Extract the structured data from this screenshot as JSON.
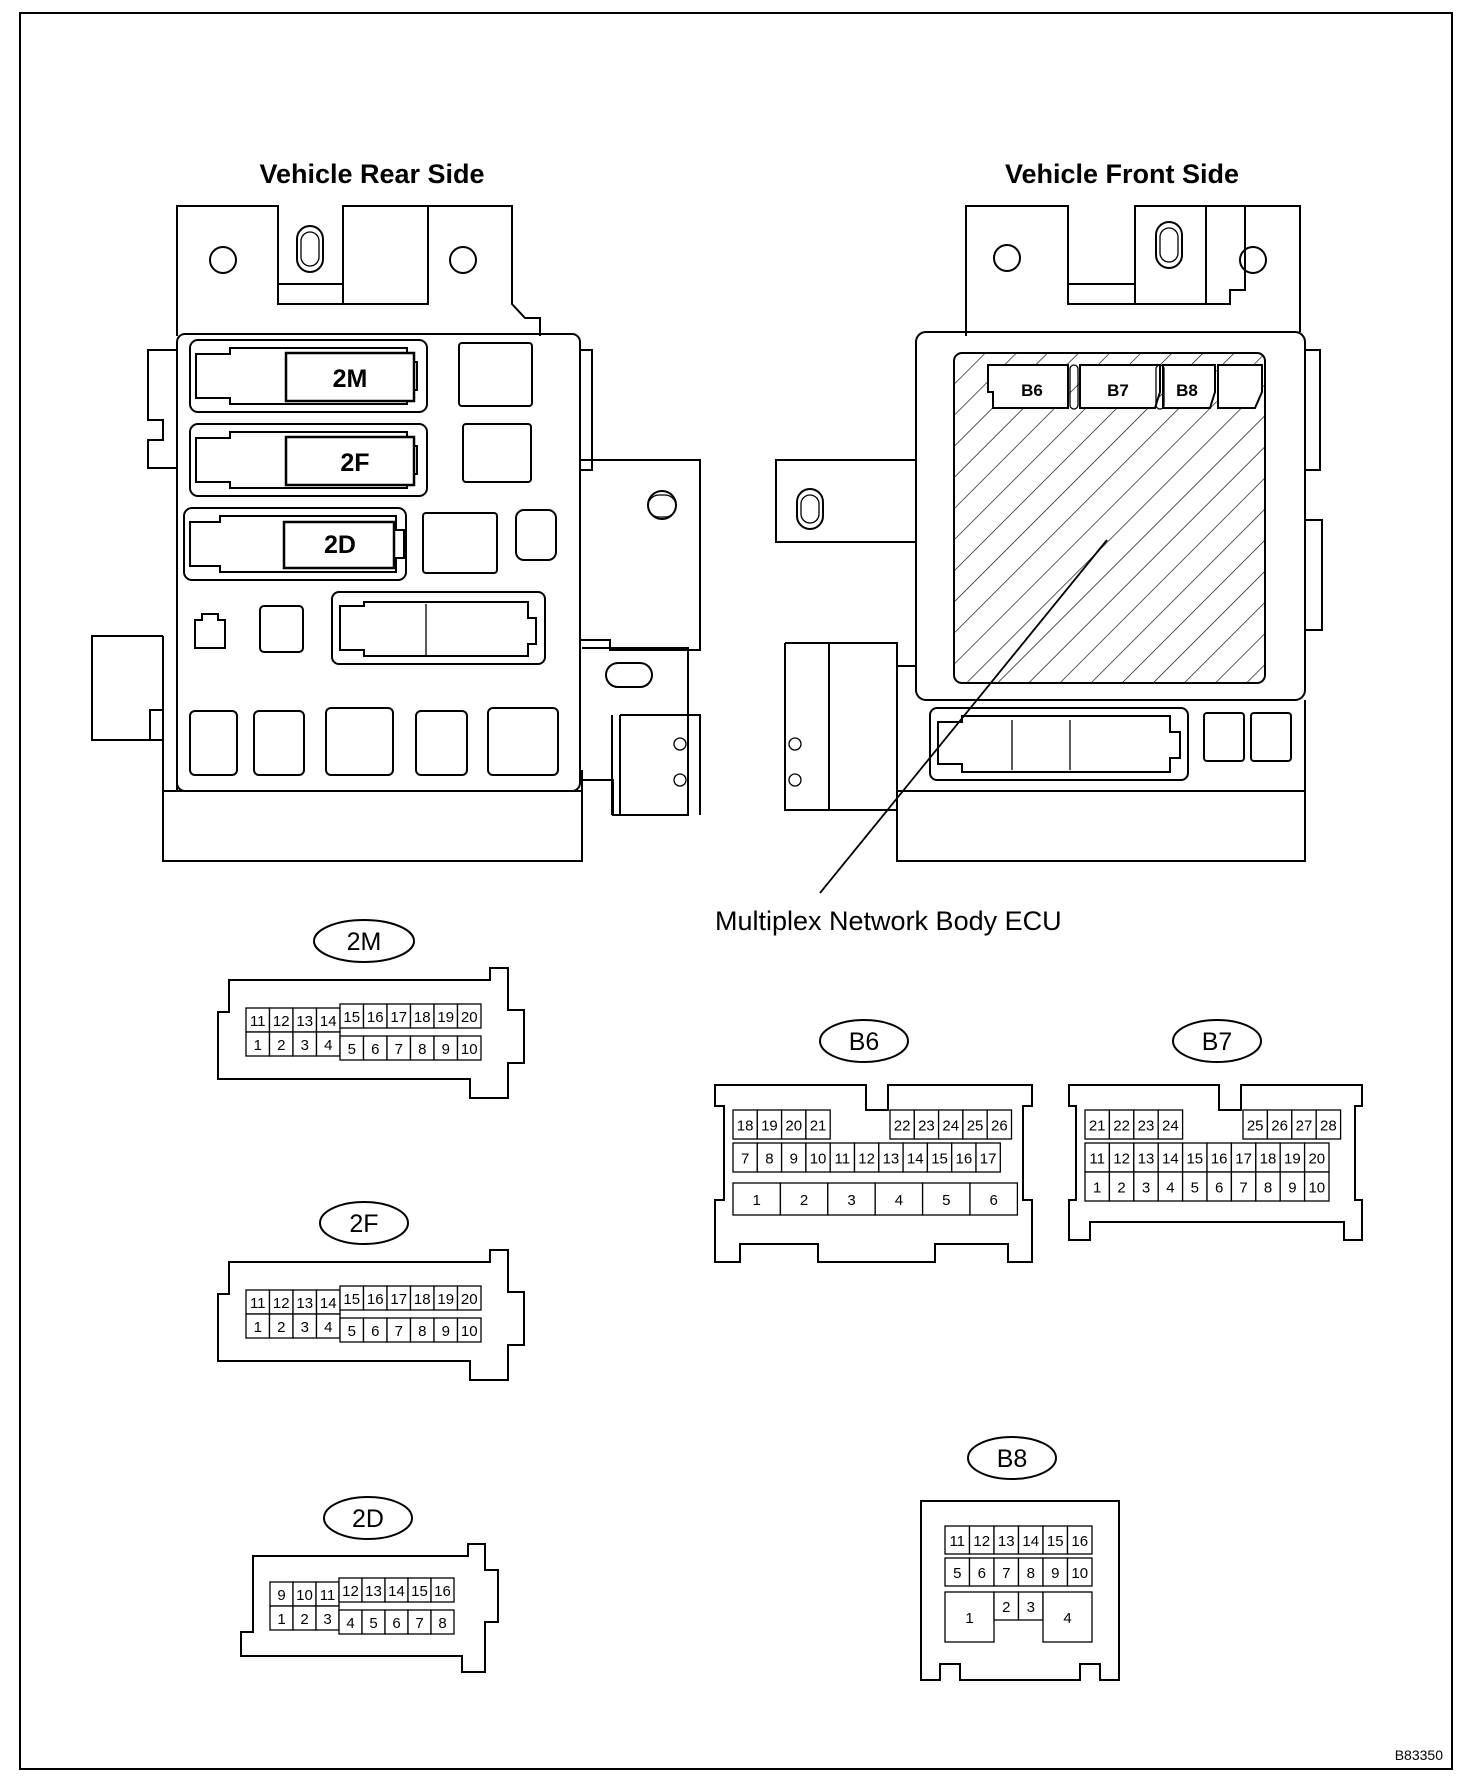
{
  "headers": {
    "rear": "Vehicle Rear Side",
    "front": "Vehicle Front Side"
  },
  "block_labels": {
    "rear_2M": "2M",
    "rear_2F": "2F",
    "rear_2D": "2D",
    "front_B6": "B6",
    "front_B7": "B7",
    "front_B8": "B8"
  },
  "ecu_label": "Multiplex Network Body ECU",
  "connectors": {
    "c2M": {
      "name": "2M",
      "top": [
        "11",
        "12",
        "13",
        "14",
        "15",
        "16",
        "17",
        "18",
        "19",
        "20"
      ],
      "bottom": [
        "1",
        "2",
        "3",
        "4",
        "5",
        "6",
        "7",
        "8",
        "9",
        "10"
      ]
    },
    "c2F": {
      "name": "2F",
      "top": [
        "11",
        "12",
        "13",
        "14",
        "15",
        "16",
        "17",
        "18",
        "19",
        "20"
      ],
      "bottom": [
        "1",
        "2",
        "3",
        "4",
        "5",
        "6",
        "7",
        "8",
        "9",
        "10"
      ]
    },
    "c2D": {
      "name": "2D",
      "top": [
        "9",
        "10",
        "11",
        "12",
        "13",
        "14",
        "15",
        "16"
      ],
      "bottom": [
        "1",
        "2",
        "3",
        "4",
        "5",
        "6",
        "7",
        "8"
      ]
    },
    "cB6": {
      "name": "B6",
      "top_left": [
        "18",
        "19",
        "20",
        "21"
      ],
      "top_right": [
        "22",
        "23",
        "24",
        "25",
        "26"
      ],
      "middle": [
        "7",
        "8",
        "9",
        "10",
        "11",
        "12",
        "13",
        "14",
        "15",
        "16",
        "17"
      ],
      "bottom": [
        "1",
        "2",
        "3",
        "4",
        "5",
        "6"
      ]
    },
    "cB7": {
      "name": "B7",
      "top_left": [
        "21",
        "22",
        "23",
        "24"
      ],
      "top_right": [
        "25",
        "26",
        "27",
        "28"
      ],
      "middle": [
        "11",
        "12",
        "13",
        "14",
        "15",
        "16",
        "17",
        "18",
        "19",
        "20"
      ],
      "bottom": [
        "1",
        "2",
        "3",
        "4",
        "5",
        "6",
        "7",
        "8",
        "9",
        "10"
      ]
    },
    "cB8": {
      "name": "B8",
      "top": [
        "11",
        "12",
        "13",
        "14",
        "15",
        "16"
      ],
      "middle": [
        "5",
        "6",
        "7",
        "8",
        "9",
        "10"
      ],
      "bottom": [
        "1",
        "2",
        "3",
        "4"
      ]
    }
  },
  "figure_code": "B83350"
}
